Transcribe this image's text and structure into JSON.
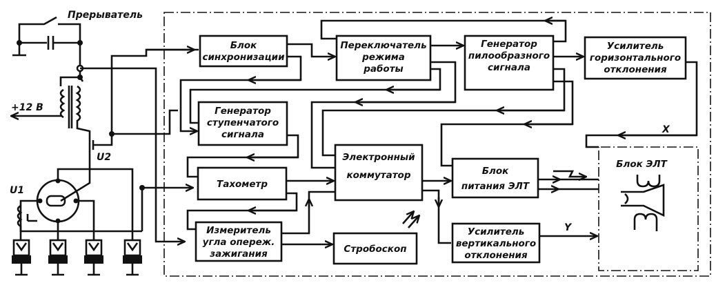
{
  "diagram": {
    "title": "",
    "labels": {
      "breaker": "Прерыватель",
      "supply": "+12 В",
      "u1": "U1",
      "u2": "U2",
      "x_signal": "X",
      "y_signal": "Y"
    },
    "blocks": {
      "sync": [
        "Блок",
        "синхронизации"
      ],
      "mode_switch": [
        "Переключатель",
        "режима",
        "работы"
      ],
      "sawtooth_gen": [
        "Генератор",
        "пилообразного",
        "сигнала"
      ],
      "h_amp": [
        "Усилитель",
        "горизонтального",
        "отклонения"
      ],
      "step_gen": [
        "Генератор",
        "ступенчатого",
        "сигнала"
      ],
      "electronic_switch": [
        "Электронный",
        "коммутатор"
      ],
      "crt_power": [
        "Блок",
        "питания ЭЛТ"
      ],
      "crt_block": [
        "Блок  ЭЛТ"
      ],
      "tachometer": [
        "Тахометр"
      ],
      "advance_meter": [
        "Измеритель",
        "угла опереж.",
        "зажигания"
      ],
      "stroboscope": [
        "Стробоскоп"
      ],
      "v_amp": [
        "Усилитель",
        "вертикального",
        "отклонения"
      ]
    }
  }
}
